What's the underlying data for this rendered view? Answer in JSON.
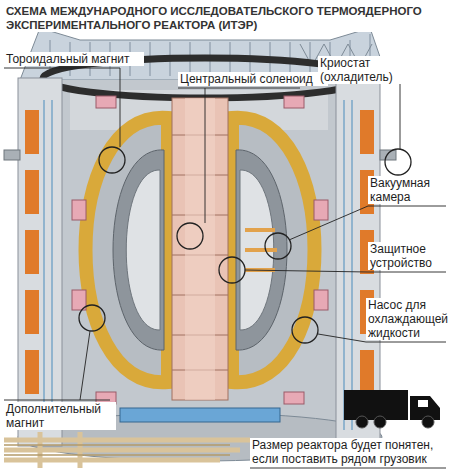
{
  "diagram": {
    "title": "СХЕМА МЕЖДУНАРОДНОГО ИССЛЕДОВАТЕЛЬСКОГО ТЕРМОЯДЕРНОГО ЭКСПЕРИМЕНТАЛЬНОГО РЕАКТОРА (ИТЭР)",
    "labels": [
      "Тороидальный магнит",
      "Центральный соленоид",
      "Криостат (охладитель)",
      "Вакуумная камера",
      "Защитное устройство",
      "Насос для охлаждающей жидкости",
      "Дополнительный магнит",
      "Размер реактора будет понятен, если поставить рядом грузовик"
    ]
  }
}
